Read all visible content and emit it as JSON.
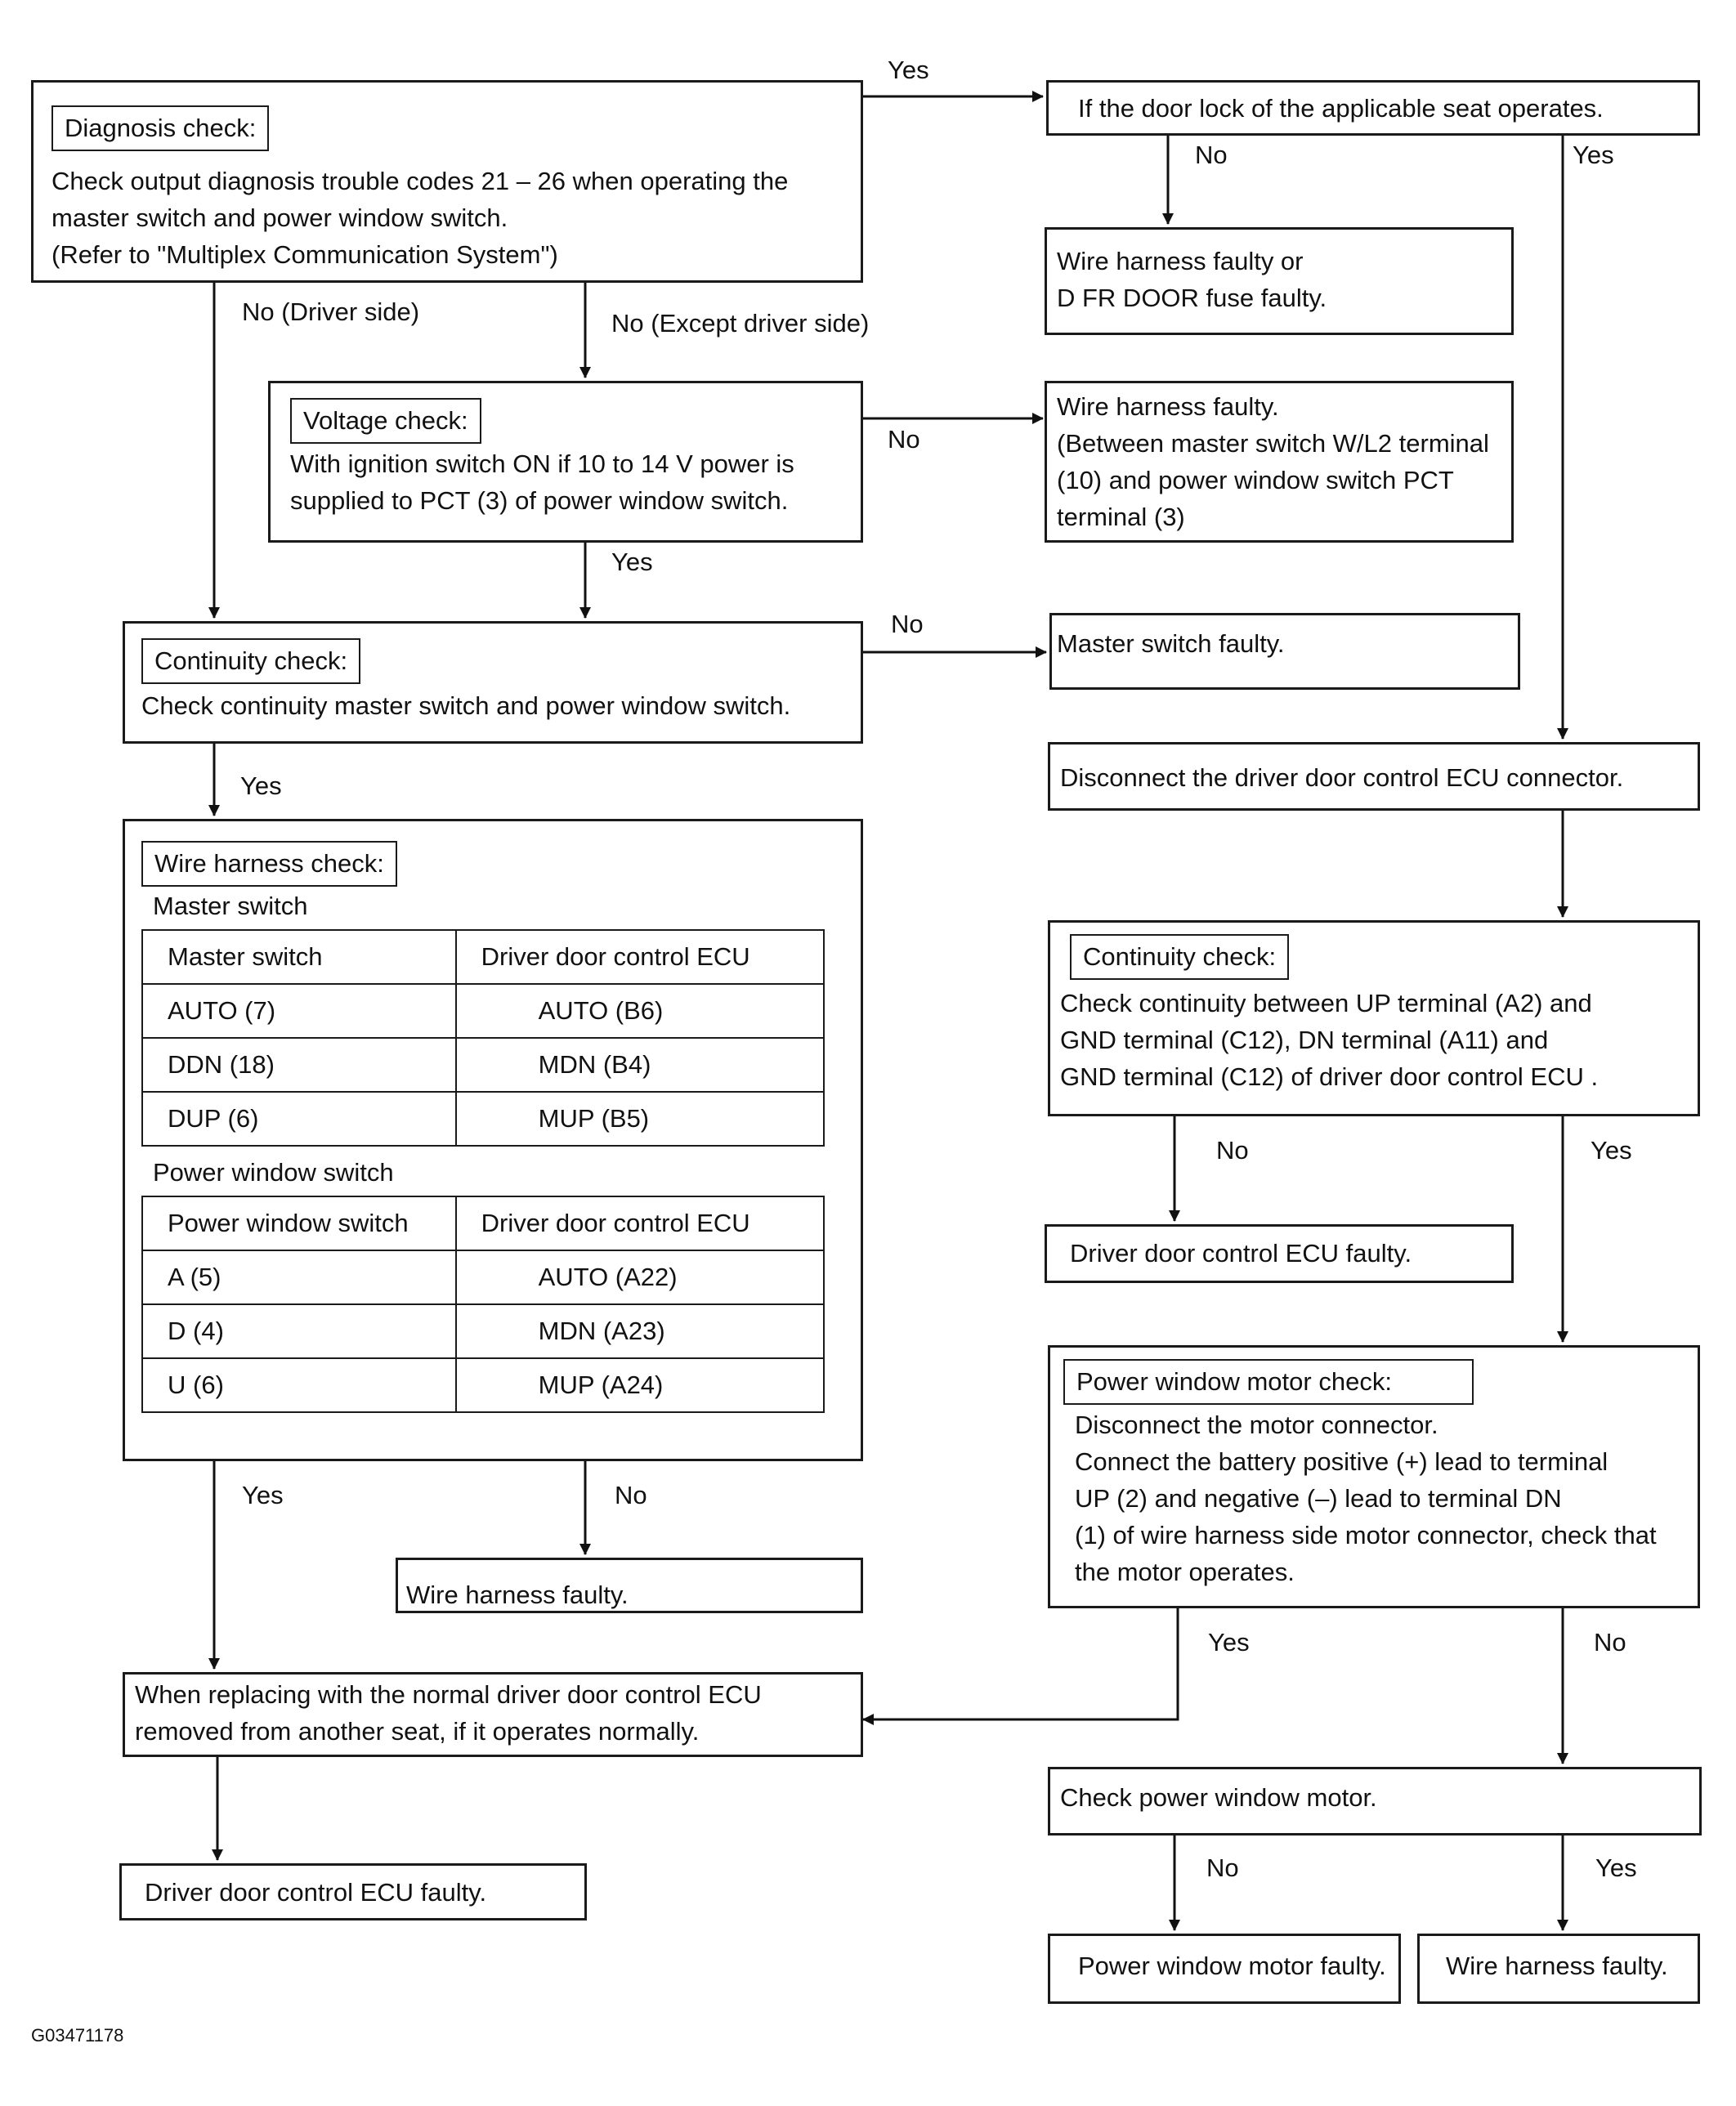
{
  "diagnosis": {
    "title": "Diagnosis check:",
    "lines": [
      "Check output diagnosis trouble codes 21 – 26 when operating the",
      "master switch and power window switch.",
      "(Refer to \"Multiplex Communication System\")"
    ]
  },
  "door_lock": {
    "text": "If the door lock of the applicable seat operates."
  },
  "fuse_fault": {
    "lines": [
      "Wire harness faulty or",
      "D FR DOOR fuse faulty."
    ]
  },
  "voltage": {
    "title": "Voltage check:",
    "lines": [
      "With ignition switch ON if 10 to 14 V power is",
      "supplied to PCT (3) of power window switch."
    ]
  },
  "harness_fault_1": {
    "lines": [
      "Wire harness faulty.",
      "(Between master switch W/L2 terminal",
      "(10) and power window switch PCT",
      "terminal (3)"
    ]
  },
  "continuity_1": {
    "title": "Continuity check:",
    "lines": [
      "Check continuity master switch and power window switch."
    ]
  },
  "master_fault": {
    "text": "Master switch faulty."
  },
  "disconnect_ecu": {
    "text": "Disconnect the driver door control ECU connector."
  },
  "harness_check": {
    "title": "Wire harness check:",
    "master_heading": "Master switch",
    "master_table": {
      "header": [
        "Master switch",
        "Driver door control ECU"
      ],
      "rows": [
        [
          "AUTO (7)",
          "AUTO (B6)"
        ],
        [
          "DDN (18)",
          "MDN (B4)"
        ],
        [
          "DUP (6)",
          "MUP (B5)"
        ]
      ]
    },
    "pw_heading": "Power window switch",
    "pw_table": {
      "header": [
        "Power window switch",
        "Driver door control ECU"
      ],
      "rows": [
        [
          "A (5)",
          "AUTO (A22)"
        ],
        [
          "D (4)",
          "MDN (A23)"
        ],
        [
          "U (6)",
          "MUP (A24)"
        ]
      ]
    }
  },
  "continuity_2": {
    "title": "Continuity check:",
    "lines": [
      "Check continuity between UP terminal (A2) and",
      "GND terminal (C12), DN terminal (A11) and",
      "GND terminal (C12) of driver door control ECU ."
    ]
  },
  "ecu_fault_1": {
    "text": "Driver door control ECU faulty."
  },
  "motor_check": {
    "title": "Power window motor check:",
    "lines": [
      "Disconnect the motor connector.",
      "Connect the battery positive (+) lead to terminal",
      "UP (2) and negative (–) lead to terminal DN",
      "(1) of wire harness side motor connector, check that",
      "the motor operates."
    ]
  },
  "harness_fault_2": {
    "text": "Wire harness faulty."
  },
  "replace_ecu": {
    "lines": [
      "When replacing with the normal driver door control ECU",
      "removed from another seat, if it operates normally."
    ]
  },
  "check_motor": {
    "text": "Check power window motor."
  },
  "ecu_fault_2": {
    "text": "Driver door control ECU faulty."
  },
  "motor_fault": {
    "text": "Power window motor faulty."
  },
  "harness_fault_3": {
    "text": "Wire harness faulty."
  },
  "labels": {
    "yes_top": "Yes",
    "no_door": "No",
    "yes_door": "Yes",
    "no_driver": "No (Driver side)",
    "no_except": "No (Except driver side)",
    "no_voltage": "No",
    "yes_voltage": "Yes",
    "no_cont1": "No",
    "yes_cont1": "Yes",
    "yes_harness": "Yes",
    "no_harness": "No",
    "no_cont2": "No",
    "yes_cont2": "Yes",
    "yes_motor": "Yes",
    "no_motor": "No",
    "no_check": "No",
    "yes_check": "Yes"
  },
  "footer": {
    "code": "G03471178"
  }
}
